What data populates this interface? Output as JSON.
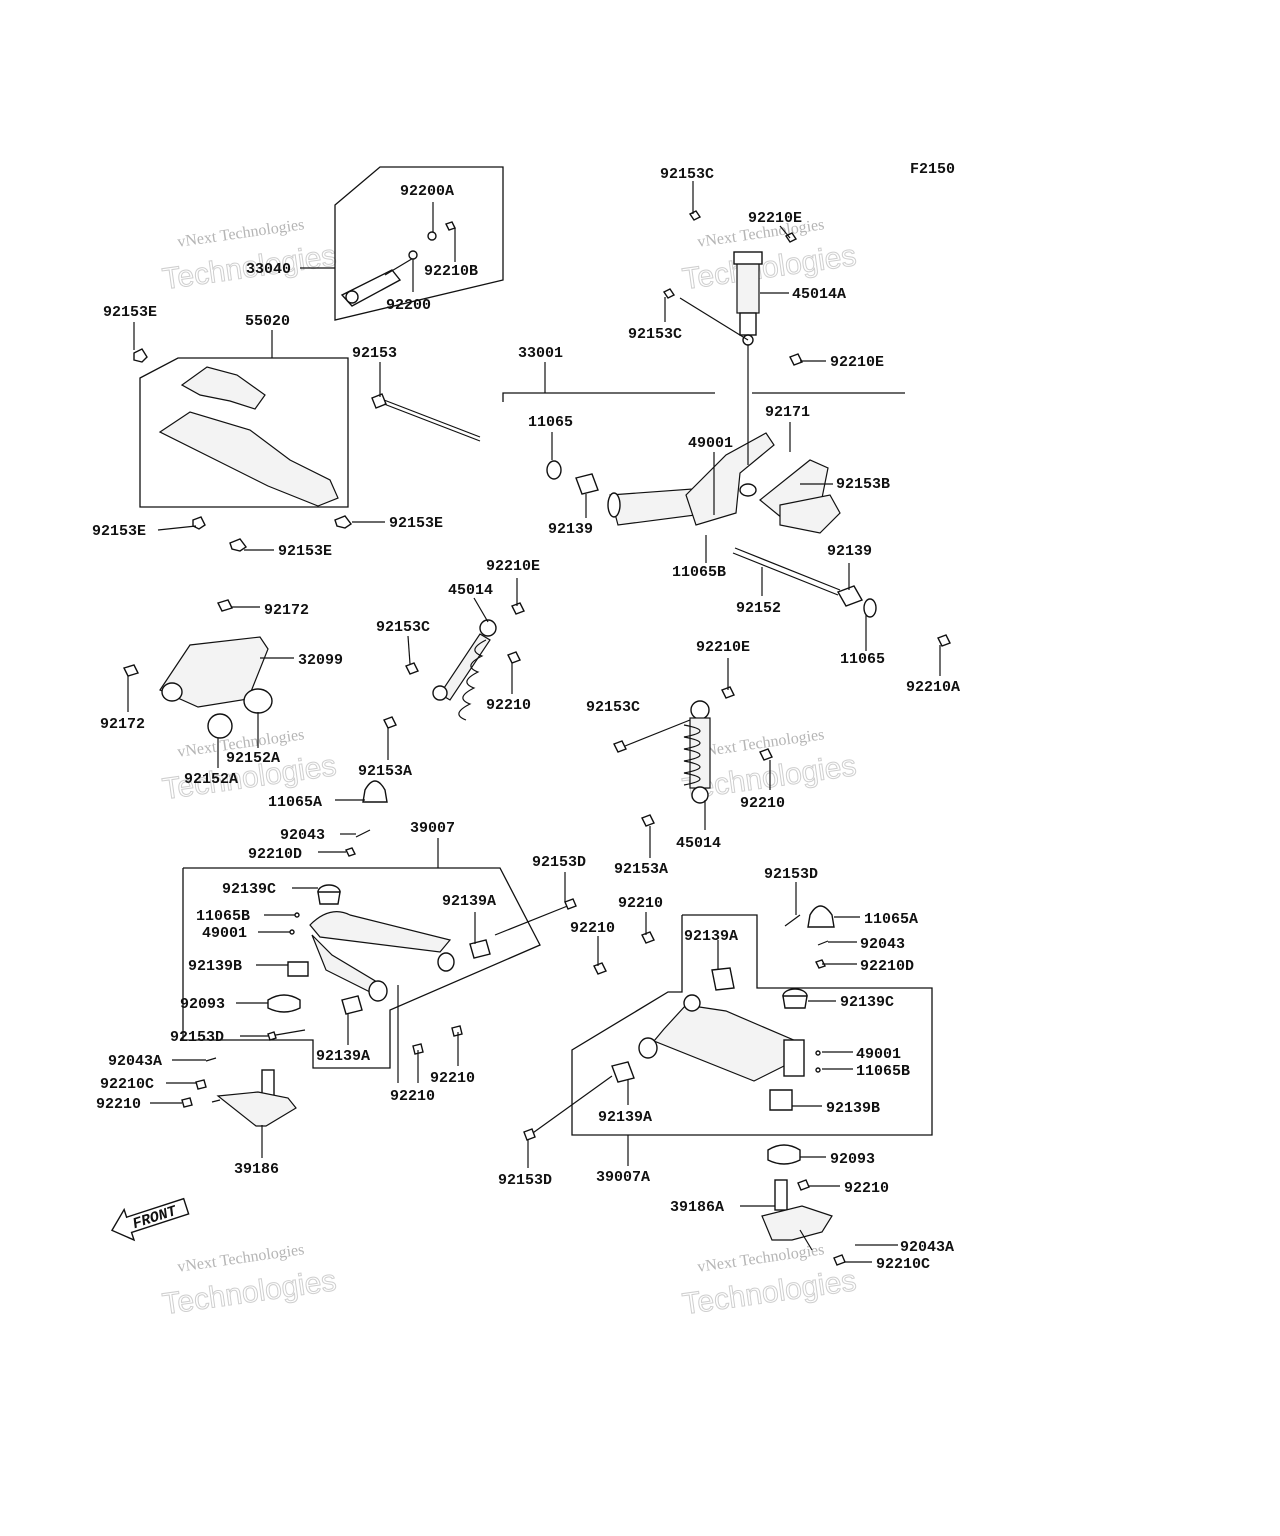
{
  "figure_code": "F2150",
  "front_label": "FRONT",
  "watermark": {
    "line1": "vNext Technologies",
    "line2": "Technologies"
  },
  "labels": {
    "p92153c_top": "92153C",
    "p92210e_top": "92210E",
    "p45014a": "45014A",
    "p92153c_2": "92153C",
    "p92210e_2": "92210E",
    "p92200a": "92200A",
    "p33040": "33040",
    "p92210b": "92210B",
    "p92200": "92200",
    "p92153e_1": "92153E",
    "p55020": "55020",
    "p92153": "92153",
    "p33001": "33001",
    "p11065_1": "11065",
    "p92171": "92171",
    "p49001_1": "49001",
    "p92153b": "92153B",
    "p92139_1": "92139",
    "p11065b_1": "11065B",
    "p92139_2": "92139",
    "p92152": "92152",
    "p11065_2": "11065",
    "p92210a": "92210A",
    "p92153e_2": "92153E",
    "p92153e_3": "92153E",
    "p92153e_4": "92153E",
    "p92210e_3": "92210E",
    "p45014_1": "45014",
    "p92153c_3": "92153C",
    "p92210_1": "92210",
    "p92153a_1": "92153A",
    "p92172_1": "92172",
    "p32099": "32099",
    "p92172_2": "92172",
    "p92152a_1": "92152A",
    "p92152a_2": "92152A",
    "p92210e_4": "92210E",
    "p92153c_4": "92153C",
    "p92210_2": "92210",
    "p45014_2": "45014",
    "p92153a_2": "92153A",
    "p11065a_1": "11065A",
    "p92043_1": "92043",
    "p92210d_1": "92210D",
    "p39007": "39007",
    "p92139c_1": "92139C",
    "p11065b_2": "11065B",
    "p49001_2": "49001",
    "p92139b_1": "92139B",
    "p92139a_1": "92139A",
    "p92153d_1": "92153D",
    "p92093_1": "92093",
    "p92153d_2": "92153D",
    "p92139a_2": "92139A",
    "p92043a_1": "92043A",
    "p92210c_1": "92210C",
    "p92210_3": "92210",
    "p92210_4": "92210",
    "p92210_5": "92210",
    "p39186": "39186",
    "p92153d_3": "92153D",
    "p11065a_2": "11065A",
    "p92043_2": "92043",
    "p92210d_2": "92210D",
    "p92210_6": "92210",
    "p92210_7": "92210",
    "p92139a_3": "92139A",
    "p92139c_2": "92139C",
    "p49001_3": "49001",
    "p11065b_3": "11065B",
    "p92139b_2": "92139B",
    "p92139a_4": "92139A",
    "p92153d_4": "92153D",
    "p39007a": "39007A",
    "p92093_2": "92093",
    "p92210_8": "92210",
    "p39186a": "39186A",
    "p92043a_2": "92043A",
    "p92210c_2": "92210C"
  }
}
